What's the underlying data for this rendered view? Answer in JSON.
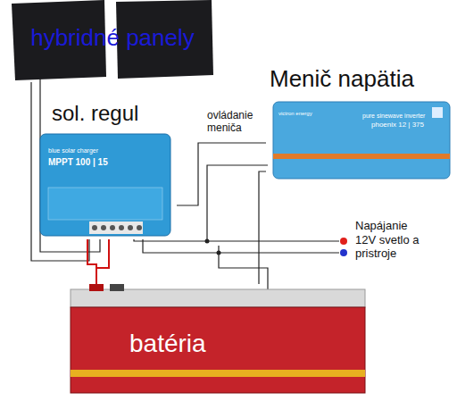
{
  "diagram": {
    "nodes": [
      {
        "text": [
          "hybridné panely"
        ]
      },
      {
        "text": [
          "sol. regul",
          "blue solar charger",
          "MPPT 100 | 15"
        ]
      },
      {
        "text": [
          "Menič napätia",
          "victron energy",
          "pure sinewave inverter",
          "phoenix 12 | 375"
        ]
      },
      {
        "text": [
          "batéria"
        ]
      }
    ],
    "edges": [
      {
        "from": 0,
        "to": 1,
        "arrow": "none"
      },
      {
        "from": 1,
        "to": 3,
        "arrow": "none"
      },
      {
        "from": 3,
        "to": 2,
        "arrow": "none"
      },
      {
        "from": 1,
        "to": 2,
        "arrow": "none"
      }
    ],
    "labels": [
      "ovládanie meniča",
      "Napájanie 12V svetlo a pristroje"
    ]
  }
}
